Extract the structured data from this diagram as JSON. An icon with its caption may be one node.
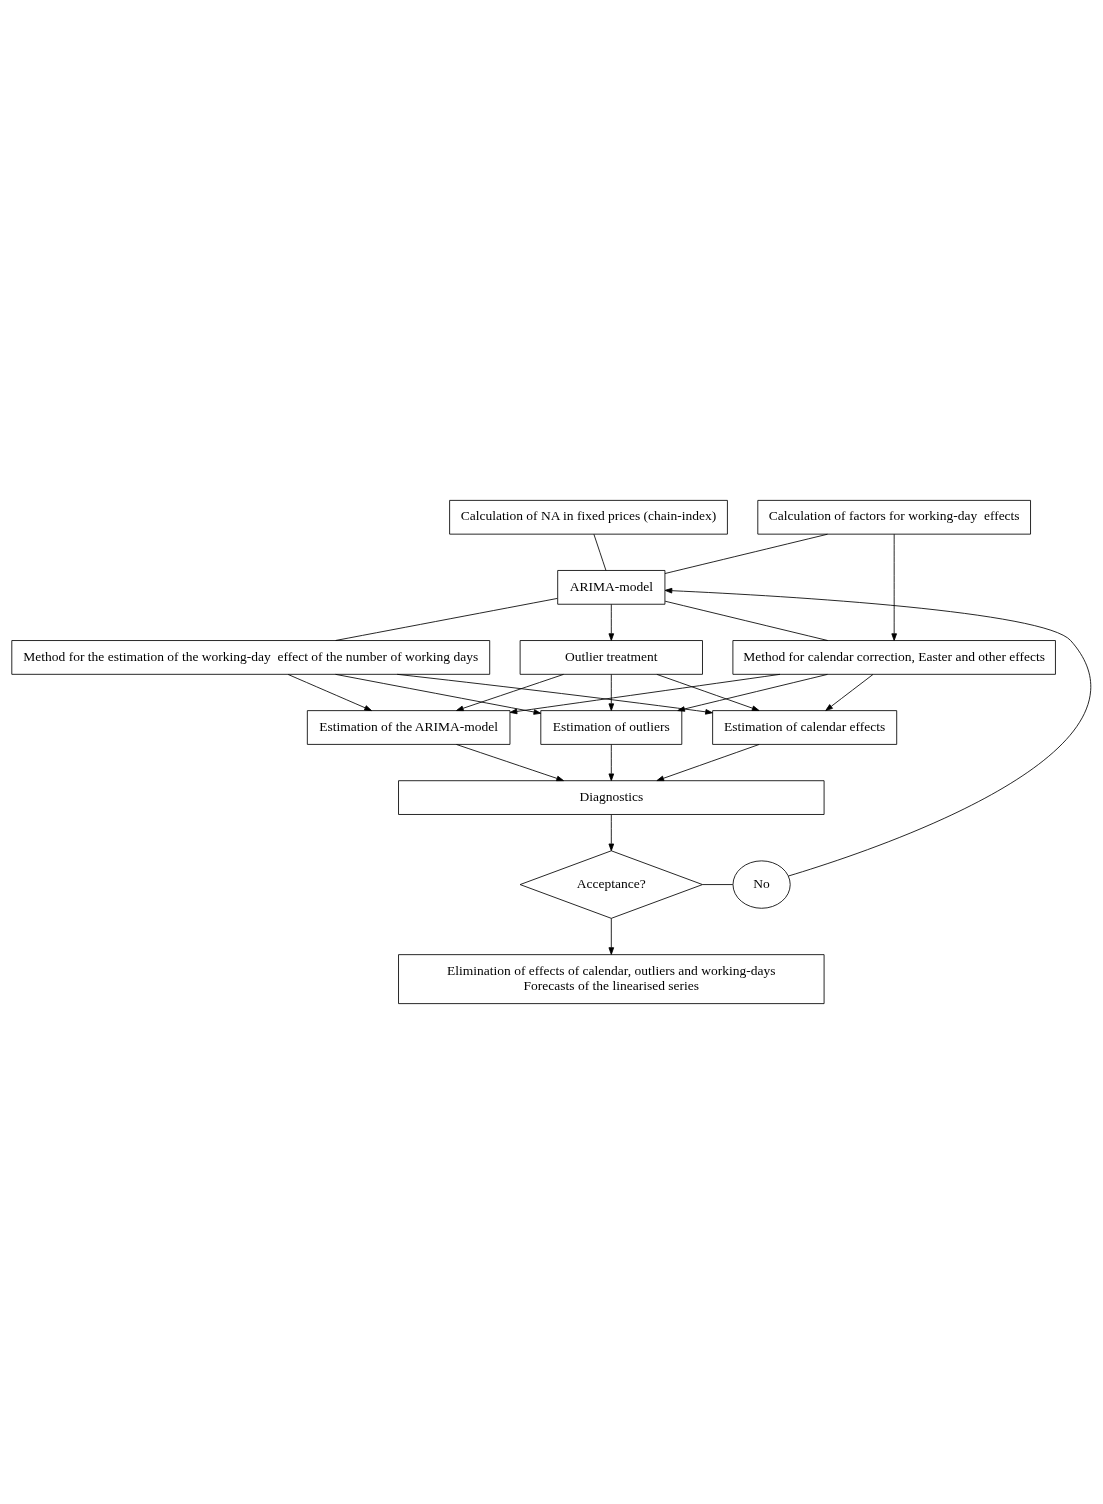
{
  "diagram": {
    "nodes": [
      {
        "text": [
          "Calculation of factors for working-day  effects"
        ]
      },
      {
        "text": [
          "Calculation of NA in fixed prices (chain-index)"
        ]
      },
      {
        "text": [
          "ARIMA-model"
        ]
      },
      {
        "text": [
          "Method for calendar correction, Easter and other effects"
        ]
      },
      {
        "text": [
          "Method for the estimation of the working-day  effect of the number of working days"
        ]
      },
      {
        "text": [
          "Outlier treatment"
        ]
      },
      {
        "text": [
          "Estimation of the ARIMA-model"
        ]
      },
      {
        "text": [
          "Estimation of outliers"
        ]
      },
      {
        "text": [
          "Estimation of calendar effects"
        ]
      },
      {
        "text": [
          "Diagnostics"
        ]
      },
      {
        "text": [
          "Acceptance?"
        ]
      },
      {
        "text": [
          "No"
        ]
      },
      {
        "text": [
          "Elimination of effects of calendar, outliers and working-days",
          "Forecasts of the linearised series"
        ]
      }
    ],
    "edges": [
      {
        "from": 0,
        "to": 2,
        "arrow": "none"
      },
      {
        "from": 1,
        "to": 2,
        "arrow": "none"
      },
      {
        "from": 0,
        "to": 3,
        "arrow": "to"
      },
      {
        "from": 2,
        "to": 3,
        "arrow": "none"
      },
      {
        "from": 2,
        "to": 5,
        "arrow": "to"
      },
      {
        "from": 2,
        "to": 4,
        "arrow": "none"
      },
      {
        "from": 3,
        "to": 6,
        "arrow": "to"
      },
      {
        "from": 3,
        "to": 7,
        "arrow": "to"
      },
      {
        "from": 3,
        "to": 8,
        "arrow": "to"
      },
      {
        "from": 5,
        "to": 6,
        "arrow": "to"
      },
      {
        "from": 5,
        "to": 7,
        "arrow": "to"
      },
      {
        "from": 5,
        "to": 8,
        "arrow": "to"
      },
      {
        "from": 4,
        "to": 6,
        "arrow": "to"
      },
      {
        "from": 4,
        "to": 7,
        "arrow": "to"
      },
      {
        "from": 4,
        "to": 8,
        "arrow": "to"
      },
      {
        "from": 6,
        "to": 9,
        "arrow": "to"
      },
      {
        "from": 7,
        "to": 9,
        "arrow": "to"
      },
      {
        "from": 8,
        "to": 9,
        "arrow": "to"
      },
      {
        "from": 9,
        "to": 10,
        "arrow": "to"
      },
      {
        "from": 10,
        "to": 11,
        "arrow": "none"
      },
      {
        "from": 11,
        "to": 2,
        "arrow": "to"
      },
      {
        "from": 10,
        "to": 12,
        "arrow": "to"
      }
    ]
  }
}
